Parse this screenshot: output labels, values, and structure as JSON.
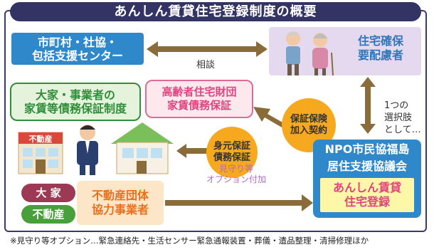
{
  "title": "あんしん賃貸住宅登録制度の概要",
  "municipality": [
    "市町村・社協・",
    "包括支援センター"
  ],
  "consult_label": "相談",
  "elderly_target": [
    "住宅確保",
    "要配慮者"
  ],
  "landlord_system": [
    "大家・事業者の",
    "家賃等債務保証制度"
  ],
  "elderly_fund": [
    "高齢者住宅財団",
    "家賃債務保証"
  ],
  "insurance_circle": [
    "保証保険",
    "加入契約"
  ],
  "identity_circle": [
    "身元保証",
    "債務保証"
  ],
  "watch_option": [
    "見守り等",
    "オプション付加"
  ],
  "choice_note": [
    "1つの",
    "選択肢",
    "として…"
  ],
  "npo": {
    "name": "NPO市民協福島",
    "council": "居住支援協議会",
    "registration": [
      "あんしん賃貸",
      "住宅登録"
    ]
  },
  "tags": {
    "landlord": "大 家",
    "estate": "不動産"
  },
  "realty_group": [
    "不動産団体",
    "協力事業者"
  ],
  "shop_sign": "不動産",
  "footnote": "※見守り等オプション…緊急連絡先・生活センサー緊急通報装置・葬儀・遺品整理・清掃修理ほか",
  "colors": {
    "title_bg": "#343464",
    "blue": "#2f88c9",
    "green": "#2f8e3a",
    "pink": "#e0457f",
    "orange_circle": "#f6a81f",
    "arrow": "#8a6b3a",
    "lavender": "#e5d9f0"
  }
}
